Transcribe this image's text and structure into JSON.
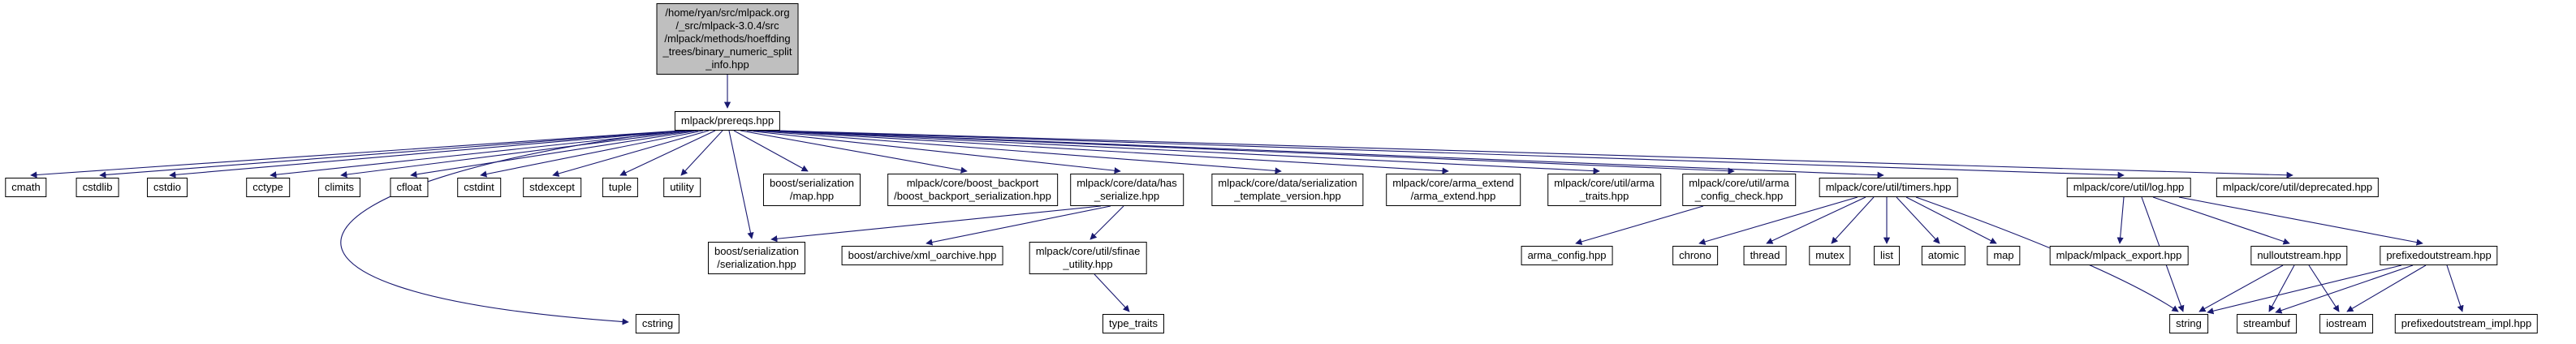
{
  "graph": {
    "type": "doxygen-include-dependency-graph",
    "colors": {
      "edge": "#191970",
      "node_fill": "#ffffff",
      "node_border": "#000000",
      "root_fill": "#bfbfbf",
      "text": "#000000",
      "background": "#ffffff"
    },
    "nodes": [
      {
        "id": "root",
        "label": "/home/ryan/src/mlpack.org\n/_src/mlpack-3.0.4/src\n/mlpack/methods/hoeffding\n_trees/binary_numeric_split\n_info.hpp"
      },
      {
        "id": "prereqs",
        "label": "mlpack/prereqs.hpp"
      },
      {
        "id": "cmath",
        "label": "cmath"
      },
      {
        "id": "cstdlib",
        "label": "cstdlib"
      },
      {
        "id": "cstdio",
        "label": "cstdio"
      },
      {
        "id": "cctype",
        "label": "cctype"
      },
      {
        "id": "climits",
        "label": "climits"
      },
      {
        "id": "cfloat",
        "label": "cfloat"
      },
      {
        "id": "cstdint",
        "label": "cstdint"
      },
      {
        "id": "stdexcept",
        "label": "stdexcept"
      },
      {
        "id": "tuple",
        "label": "tuple"
      },
      {
        "id": "utility",
        "label": "utility"
      },
      {
        "id": "boost-serialization-map",
        "label": "boost/serialization\n/map.hpp"
      },
      {
        "id": "boost-backport-serialization",
        "label": "mlpack/core/boost_backport\n/boost_backport_serialization.hpp"
      },
      {
        "id": "has-serialize",
        "label": "mlpack/core/data/has\n_serialize.hpp"
      },
      {
        "id": "serialization-template-version",
        "label": "mlpack/core/data/serialization\n_template_version.hpp"
      },
      {
        "id": "arma-extend",
        "label": "mlpack/core/arma_extend\n/arma_extend.hpp"
      },
      {
        "id": "arma-traits",
        "label": "mlpack/core/util/arma\n_traits.hpp"
      },
      {
        "id": "arma-config-check",
        "label": "mlpack/core/util/arma\n_config_check.hpp"
      },
      {
        "id": "timers",
        "label": "mlpack/core/util/timers.hpp"
      },
      {
        "id": "log",
        "label": "mlpack/core/util/log.hpp"
      },
      {
        "id": "deprecated",
        "label": "mlpack/core/util/deprecated.hpp"
      },
      {
        "id": "boost-serialization",
        "label": "boost/serialization\n/serialization.hpp"
      },
      {
        "id": "xml-oarchive",
        "label": "boost/archive/xml_oarchive.hpp"
      },
      {
        "id": "sfinae-utility",
        "label": "mlpack/core/util/sfinae\n_utility.hpp"
      },
      {
        "id": "arma-config",
        "label": "arma_config.hpp"
      },
      {
        "id": "chrono",
        "label": "chrono"
      },
      {
        "id": "thread",
        "label": "thread"
      },
      {
        "id": "mutex",
        "label": "mutex"
      },
      {
        "id": "list",
        "label": "list"
      },
      {
        "id": "atomic",
        "label": "atomic"
      },
      {
        "id": "map",
        "label": "map"
      },
      {
        "id": "mlpack-export",
        "label": "mlpack/mlpack_export.hpp"
      },
      {
        "id": "nulloutstream",
        "label": "nulloutstream.hpp"
      },
      {
        "id": "prefixedoutstream",
        "label": "prefixedoutstream.hpp"
      },
      {
        "id": "cstring",
        "label": "cstring"
      },
      {
        "id": "type-traits",
        "label": "type_traits"
      },
      {
        "id": "string",
        "label": "string"
      },
      {
        "id": "streambuf",
        "label": "streambuf"
      },
      {
        "id": "iostream",
        "label": "iostream"
      },
      {
        "id": "prefixedoutstream-impl",
        "label": "prefixedoutstream_impl.hpp"
      }
    ],
    "edges": [
      {
        "from": "root",
        "to": "prereqs"
      },
      {
        "from": "prereqs",
        "to": "cmath"
      },
      {
        "from": "prereqs",
        "to": "cstdlib"
      },
      {
        "from": "prereqs",
        "to": "cstdio"
      },
      {
        "from": "prereqs",
        "to": "cctype"
      },
      {
        "from": "prereqs",
        "to": "climits"
      },
      {
        "from": "prereqs",
        "to": "cfloat"
      },
      {
        "from": "prereqs",
        "to": "cstdint"
      },
      {
        "from": "prereqs",
        "to": "stdexcept"
      },
      {
        "from": "prereqs",
        "to": "tuple"
      },
      {
        "from": "prereqs",
        "to": "utility"
      },
      {
        "from": "prereqs",
        "to": "cstring"
      },
      {
        "from": "prereqs",
        "to": "boost-serialization"
      },
      {
        "from": "prereqs",
        "to": "boost-serialization-map"
      },
      {
        "from": "prereqs",
        "to": "boost-backport-serialization"
      },
      {
        "from": "prereqs",
        "to": "has-serialize"
      },
      {
        "from": "prereqs",
        "to": "serialization-template-version"
      },
      {
        "from": "prereqs",
        "to": "arma-extend"
      },
      {
        "from": "prereqs",
        "to": "arma-traits"
      },
      {
        "from": "prereqs",
        "to": "arma-config-check"
      },
      {
        "from": "prereqs",
        "to": "timers"
      },
      {
        "from": "prereqs",
        "to": "log"
      },
      {
        "from": "prereqs",
        "to": "deprecated"
      },
      {
        "from": "has-serialize",
        "to": "boost-serialization"
      },
      {
        "from": "has-serialize",
        "to": "xml-oarchive"
      },
      {
        "from": "has-serialize",
        "to": "sfinae-utility"
      },
      {
        "from": "sfinae-utility",
        "to": "type-traits"
      },
      {
        "from": "arma-config-check",
        "to": "arma-config"
      },
      {
        "from": "timers",
        "to": "chrono"
      },
      {
        "from": "timers",
        "to": "thread"
      },
      {
        "from": "timers",
        "to": "mutex"
      },
      {
        "from": "timers",
        "to": "list"
      },
      {
        "from": "timers",
        "to": "atomic"
      },
      {
        "from": "timers",
        "to": "map"
      },
      {
        "from": "timers",
        "to": "string"
      },
      {
        "from": "log",
        "to": "mlpack-export"
      },
      {
        "from": "log",
        "to": "nulloutstream"
      },
      {
        "from": "log",
        "to": "prefixedoutstream"
      },
      {
        "from": "log",
        "to": "string"
      },
      {
        "from": "nulloutstream",
        "to": "string"
      },
      {
        "from": "nulloutstream",
        "to": "streambuf"
      },
      {
        "from": "nulloutstream",
        "to": "iostream"
      },
      {
        "from": "prefixedoutstream",
        "to": "string"
      },
      {
        "from": "prefixedoutstream",
        "to": "streambuf"
      },
      {
        "from": "prefixedoutstream",
        "to": "iostream"
      },
      {
        "from": "prefixedoutstream",
        "to": "prefixedoutstream-impl"
      }
    ]
  }
}
